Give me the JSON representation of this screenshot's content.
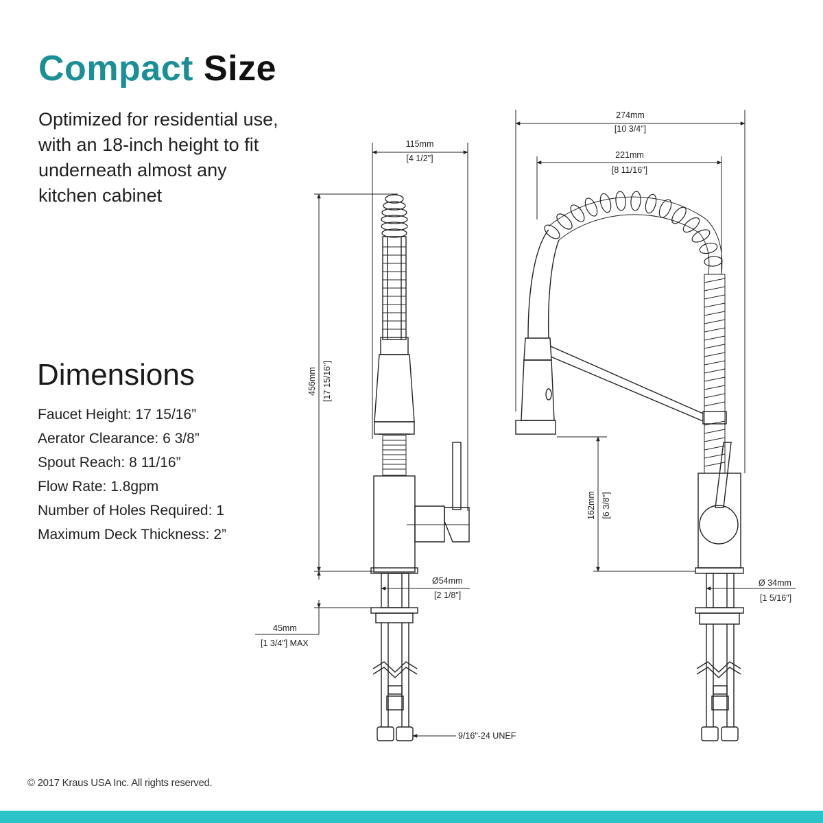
{
  "title": {
    "accent": "Compact",
    "rest": "Size"
  },
  "intro_lines": [
    "Optimized for residential use,",
    "with an 18-inch height to fit",
    "underneath almost any",
    "kitchen cabinet"
  ],
  "dimensions_heading": "Dimensions",
  "specs": [
    "Faucet Height: 17 15/16”",
    "Aerator Clearance: 6 3/8”",
    "Spout Reach: 8 11/16”",
    "Flow Rate: 1.8gpm",
    "Number of Holes Required: 1",
    "Maximum Deck Thickness: 2”"
  ],
  "drawing_labels": {
    "width_mm": "115mm",
    "width_in": "[4 1/2\"]",
    "height_mm": "456mm",
    "height_in": "[17 15/16\"]",
    "base_dia_mm": "Ø54mm",
    "base_dia_in": "[2 1/8\"]",
    "deck_mm": "45mm",
    "deck_in": "[1 3/4\"] MAX",
    "thread": "9/16\"-24 UNEF",
    "overall_mm": "274mm",
    "overall_in": "[10 3/4\"]",
    "reach_mm": "221mm",
    "reach_in": "[8 11/16\"]",
    "clearance_mm": "162mm",
    "clearance_in": "[6 3/8\"]",
    "shank_dia_mm": "Ø 34mm",
    "shank_dia_in": "[1 5/16\"]"
  },
  "copyright": "© 2017 Kraus USA Inc. All rights reserved.",
  "colors": {
    "accent": "#1a8f96",
    "bar": "#2bc3c8",
    "line": "#1a1a1a"
  }
}
